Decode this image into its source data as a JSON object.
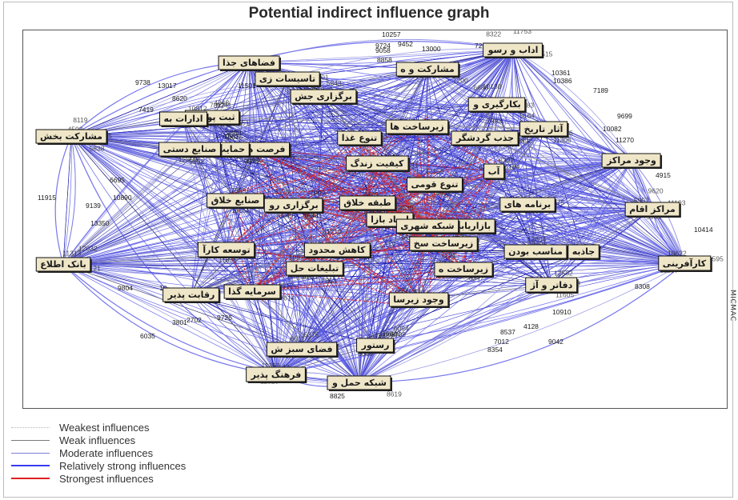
{
  "title": "Potential indirect influence graph",
  "side_text": "MICMAC",
  "legend": [
    {
      "label": "Weakest influences",
      "color": "#b9b9b9",
      "style": "dotted"
    },
    {
      "label": "Weak influences",
      "color": "#7a7a7a",
      "style": "solid"
    },
    {
      "label": "Moderate influences",
      "color": "#7d7dd8",
      "style": "solid"
    },
    {
      "label": "Relatively strong influences",
      "color": "#3a3af0",
      "style": "solid"
    },
    {
      "label": "Strongest influences",
      "color": "#e02020",
      "style": "solid"
    }
  ],
  "nodes": [
    {
      "id": "n1",
      "label": "اداب و رسو"
    },
    {
      "id": "n2",
      "label": "فضاهای جذا"
    },
    {
      "id": "n3",
      "label": "تاسیسات زی"
    },
    {
      "id": "n4",
      "label": "مشارکت و ه"
    },
    {
      "id": "n5",
      "label": "برگزاری جش"
    },
    {
      "id": "n6",
      "label": "بکارگیری و"
    },
    {
      "id": "n7",
      "label": "ثبت پوشک"
    },
    {
      "id": "n8",
      "label": "ادارات به"
    },
    {
      "id": "n9",
      "label": "زیرساخت ها"
    },
    {
      "id": "n10",
      "label": "آثار تاریخ"
    },
    {
      "id": "n11",
      "label": "مشارکت بخش"
    },
    {
      "id": "n12",
      "label": "جذب گردشگر"
    },
    {
      "id": "n13",
      "label": "تنوع غذا"
    },
    {
      "id": "n14",
      "label": "فرصت های ش"
    },
    {
      "id": "n15",
      "label": "حمایت از ط"
    },
    {
      "id": "n16",
      "label": "صنایع دستی"
    },
    {
      "id": "n17",
      "label": "وجود مراکز"
    },
    {
      "id": "n18",
      "label": "کیفیت زندگ"
    },
    {
      "id": "n19",
      "label": "آب"
    },
    {
      "id": "n20",
      "label": "تنوع قومی"
    },
    {
      "id": "n21",
      "label": "صنایع خلاق"
    },
    {
      "id": "n22",
      "label": "طبقه خلاق"
    },
    {
      "id": "n23",
      "label": "برنامه های"
    },
    {
      "id": "n24",
      "label": "مراکز اقام"
    },
    {
      "id": "n25",
      "label": "برگزاری رو"
    },
    {
      "id": "n26",
      "label": "ایجاد بازا"
    },
    {
      "id": "n27",
      "label": "بازاریابی"
    },
    {
      "id": "n28",
      "label": "شبکه شهری"
    },
    {
      "id": "n29",
      "label": "زیرساخت سخ"
    },
    {
      "id": "n30",
      "label": "بانک اطلاع"
    },
    {
      "id": "n31",
      "label": "توسعه کارآ"
    },
    {
      "id": "n32",
      "label": "کاهش محدود"
    },
    {
      "id": "n33",
      "label": "مناسب بودن"
    },
    {
      "id": "n34",
      "label": "جاذبه"
    },
    {
      "id": "n35",
      "label": "کارآفرینی"
    },
    {
      "id": "n36",
      "label": "تبلیغات حل"
    },
    {
      "id": "n37",
      "label": "زیرساخت ه"
    },
    {
      "id": "n38",
      "label": "سرمایه گذا"
    },
    {
      "id": "n39",
      "label": "دفاتر و آژ"
    },
    {
      "id": "n40",
      "label": "رقابت پذیر"
    },
    {
      "id": "n41",
      "label": "وجود زیرسا"
    },
    {
      "id": "n42",
      "label": "رستور"
    },
    {
      "id": "n43",
      "label": "فضای سبز ش"
    },
    {
      "id": "n44",
      "label": "فرهنگ پذیر"
    },
    {
      "id": "n45",
      "label": "شبکه حمل و"
    }
  ],
  "edge_values": [
    "10257",
    "9724",
    "9452",
    "13000",
    "7217",
    "8858",
    "9058",
    "9738",
    "13017",
    "8620",
    "11501",
    "10361",
    "10386",
    "7189",
    "7419",
    "9699",
    "10082",
    "11270",
    "4915",
    "10890",
    "11915",
    "9139",
    "6695",
    "10414",
    "13350",
    "9804",
    "10",
    "6035",
    "3801",
    "2702",
    "9726",
    "8825",
    "10910",
    "4128",
    "8537",
    "7012",
    "8354",
    "9042",
    "8308"
  ]
}
